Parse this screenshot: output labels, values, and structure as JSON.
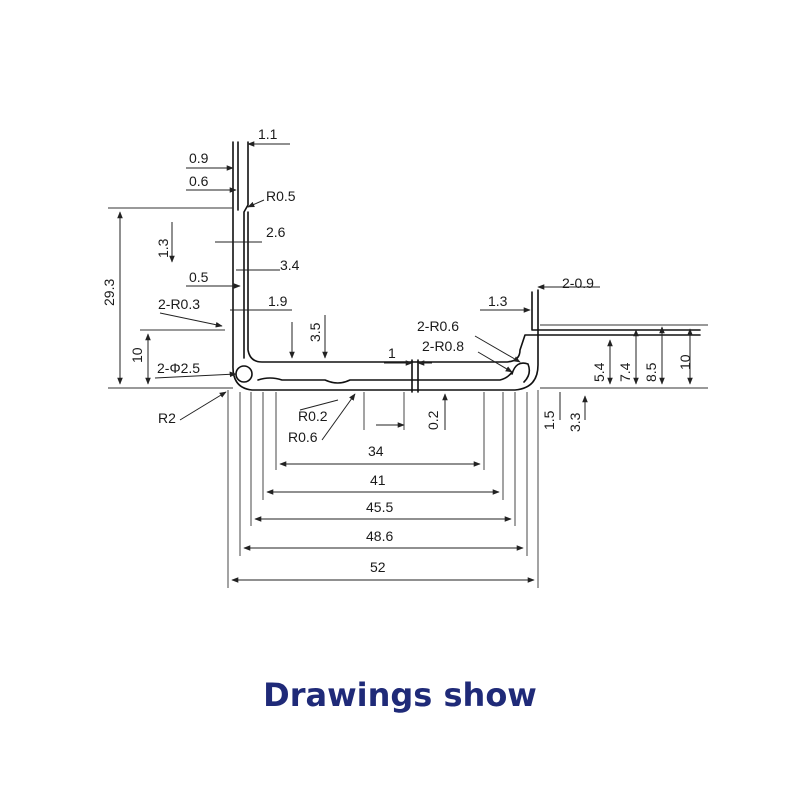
{
  "caption": "Drawings show",
  "colors": {
    "caption": "#1f2a78",
    "lines": "#111111"
  },
  "dimensions": {
    "d_1_1": "1.1",
    "d_0_9": "0.9",
    "d_0_6": "0.6",
    "d_r0_5": "R0.5",
    "d_1_3_left": "1.3",
    "d_2_6": "2.6",
    "d_29_3": "29.3",
    "d_0_5": "0.5",
    "d_3_4": "3.4",
    "d_2r0_3": "2-R0.3",
    "d_1_9": "1.9",
    "d_3_5": "3.5",
    "d_10_left": "10",
    "d_2phi2_5": "2-Φ2.5",
    "d_r2": "R2",
    "d_r0_2": "R0.2",
    "d_r0_6": "R0.6",
    "d_1": "1",
    "d_0_2": "0.2",
    "d_34": "34",
    "d_41": "41",
    "d_45_5": "45.5",
    "d_48_6": "48.6",
    "d_52": "52",
    "d_2_0_9": "2-0.9",
    "d_1_3_right": "1.3",
    "d_2r0_6": "2-R0.6",
    "d_2r0_8": "2-R0.8",
    "d_5_4": "5.4",
    "d_7_4": "7.4",
    "d_8_5": "8.5",
    "d_10_right": "10",
    "d_1_5": "1.5",
    "d_3_3": "3.3"
  }
}
